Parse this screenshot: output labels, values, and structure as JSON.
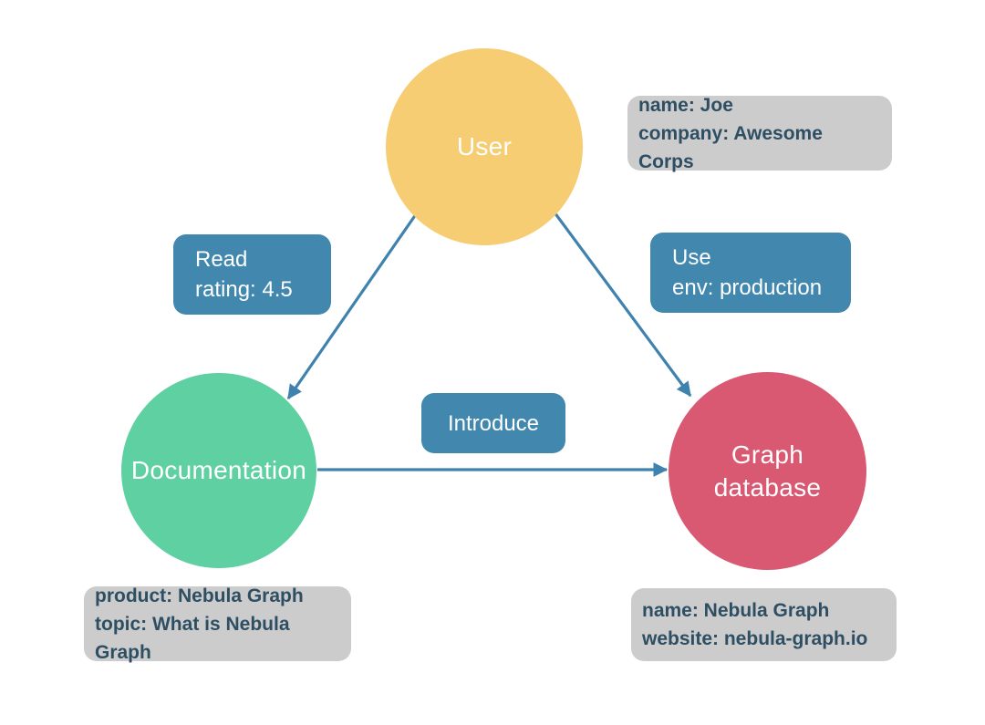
{
  "nodes": {
    "user": {
      "label": "User"
    },
    "documentation": {
      "label": "Documentation"
    },
    "graph_database": {
      "label_line1": "Graph",
      "label_line2": "database"
    }
  },
  "edges": {
    "read": {
      "label": "Read",
      "property": "rating: 4.5"
    },
    "use": {
      "label": "Use",
      "property": "env: production"
    },
    "introduce": {
      "label": "Introduce"
    }
  },
  "property_boxes": {
    "user": {
      "line1": "name: Joe",
      "line2": "company: Awesome Corps"
    },
    "documentation": {
      "line1": "product: Nebula Graph",
      "line2": "topic: What is Nebula Graph"
    },
    "graph_database": {
      "line1": "name: Nebula Graph",
      "line2": "website: nebula-graph.io"
    }
  },
  "colors": {
    "node_user": "#f6cd72",
    "node_documentation": "#5fd0a2",
    "node_graph_database": "#d95872",
    "edge_label_bg": "#4187ae",
    "edge_line": "#3e82ad",
    "property_box_bg": "#cccccc",
    "property_text": "#2e4f63",
    "node_text": "#ffffff",
    "background": "#ffffff"
  }
}
